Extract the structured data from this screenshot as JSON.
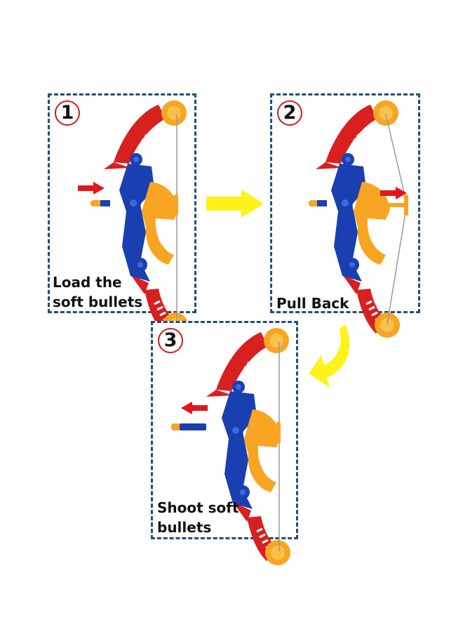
{
  "steps": [
    {
      "number": "1",
      "caption_line1": "Load the",
      "caption_line2": "soft bullets"
    },
    {
      "number": "2",
      "caption_line1": "Pull Back",
      "caption_line2": ""
    },
    {
      "number": "3",
      "caption_line1": "Shoot soft",
      "caption_line2": "bullets"
    }
  ],
  "colors": {
    "panel_border": "#1f4e79",
    "step_circle": "#d01c1c",
    "bow_red": "#d7201f",
    "bow_blue": "#1a3fb0",
    "bow_orange": "#f7a522",
    "transition_arrow": "#fff21a",
    "direction_arrow": "#e3151a"
  },
  "icons": [
    "toy-bow-icon",
    "foam-dart-icon",
    "yellow-right-arrow-icon",
    "yellow-curved-arrow-icon",
    "red-direction-arrow-icon"
  ]
}
